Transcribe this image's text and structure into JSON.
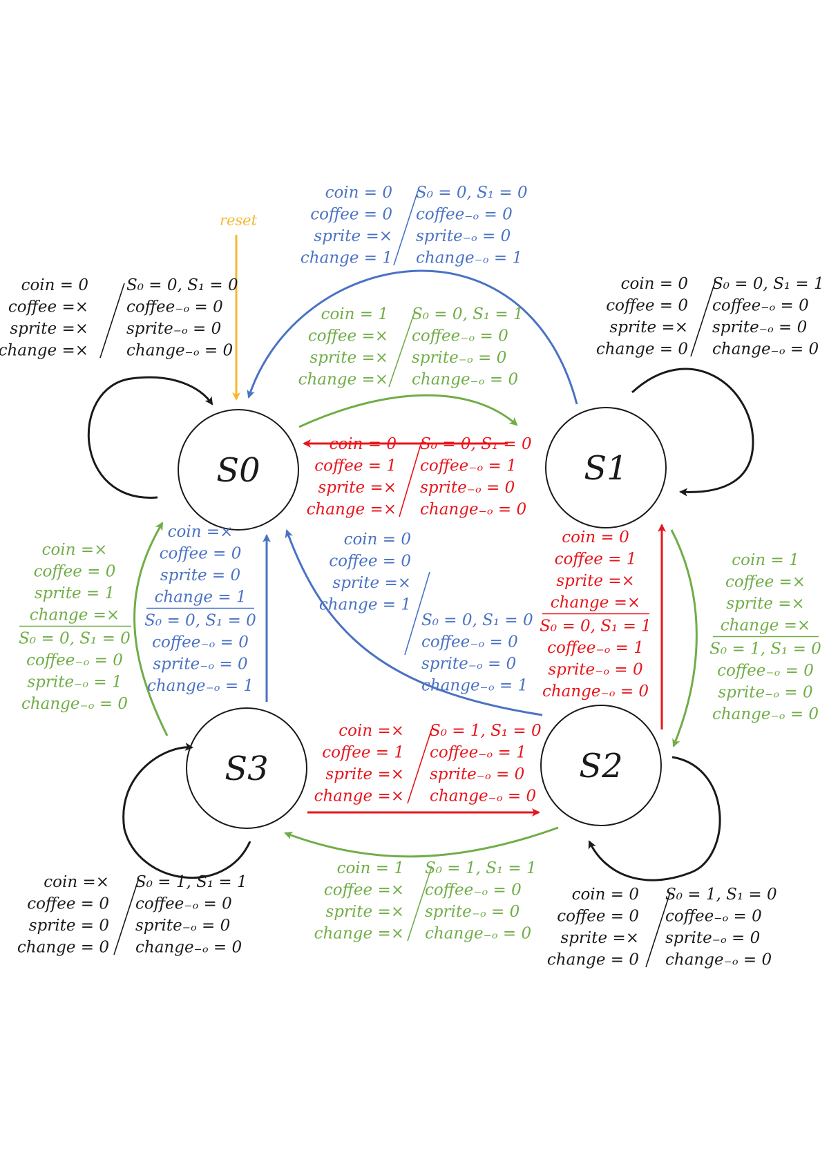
{
  "colors": {
    "black": "#1a1a1a",
    "blue": "#4a72c4",
    "green": "#70ad47",
    "red": "#e8141b",
    "orange": "#f5b82e"
  },
  "states": [
    {
      "id": "s0",
      "label": "S0"
    },
    {
      "id": "s1",
      "label": "S1"
    },
    {
      "id": "s2",
      "label": "S2"
    },
    {
      "id": "s3",
      "label": "S3"
    }
  ],
  "reset": {
    "label": "reset"
  },
  "transitions": [
    {
      "id": "s0-self",
      "color": "black",
      "inputs": [
        "coin = 0",
        "coffee =×",
        "sprite =×",
        "change =×"
      ],
      "outputs": [
        "S₀ = 0, S₁ = 0",
        "coffee₋ₒ = 0",
        "sprite₋ₒ = 0",
        "change₋ₒ = 0"
      ]
    },
    {
      "id": "s1-to-s0-blue",
      "color": "blue",
      "inputs": [
        "coin = 0",
        "coffee = 0",
        "sprite =×",
        "change = 1"
      ],
      "outputs": [
        "S₀ = 0, S₁ = 0",
        "coffee₋ₒ = 0",
        "sprite₋ₒ = 0",
        "change₋ₒ = 1"
      ]
    },
    {
      "id": "s0-to-s1-green",
      "color": "green",
      "inputs": [
        "coin = 1",
        "coffee =×",
        "sprite =×",
        "change =×"
      ],
      "outputs": [
        "S₀ = 0, S₁ = 1",
        "coffee₋ₒ = 0",
        "sprite₋ₒ = 0",
        "change₋ₒ = 0"
      ]
    },
    {
      "id": "s1-self",
      "color": "black",
      "inputs": [
        "coin = 0",
        "coffee = 0",
        "sprite =×",
        "change = 0"
      ],
      "outputs": [
        "S₀ = 0, S₁ = 1",
        "coffee₋ₒ = 0",
        "sprite₋ₒ = 0",
        "change₋ₒ = 0"
      ]
    },
    {
      "id": "s1-to-s0-red",
      "color": "red",
      "inputs": [
        "coin = 0",
        "coffee = 1",
        "sprite =×",
        "change =×"
      ],
      "outputs": [
        "S₀ = 0, S₁ = 0",
        "coffee₋ₒ = 1",
        "sprite₋ₒ = 0",
        "change₋ₒ = 0"
      ]
    },
    {
      "id": "s3-to-s0-green",
      "color": "green",
      "inputs": [
        "coin =×",
        "coffee = 0",
        "sprite = 1",
        "change =×"
      ],
      "outputs": [
        "S₀ = 0, S₁ = 0",
        "coffee₋ₒ = 0",
        "sprite₋ₒ = 1",
        "change₋ₒ = 0"
      ]
    },
    {
      "id": "s3-to-s0-blue",
      "color": "blue",
      "inputs": [
        "coin =×",
        "coffee = 0",
        "sprite = 0",
        "change = 1"
      ],
      "outputs": [
        "S₀ = 0, S₁ = 0",
        "coffee₋ₒ = 0",
        "sprite₋ₒ = 0",
        "change₋ₒ = 1"
      ]
    },
    {
      "id": "s2-to-s0-blue",
      "color": "blue",
      "inputs": [
        "coin = 0",
        "coffee = 0",
        "sprite =×",
        "change = 1"
      ],
      "outputs": [
        "S₀ = 0, S₁ = 0",
        "coffee₋ₒ = 0",
        "sprite₋ₒ = 0",
        "change₋ₒ = 1"
      ]
    },
    {
      "id": "s2-to-s1-red",
      "color": "red",
      "inputs": [
        "coin = 0",
        "coffee = 1",
        "sprite =×",
        "change =×"
      ],
      "outputs": [
        "S₀ = 0, S₁ = 1",
        "coffee₋ₒ = 1",
        "sprite₋ₒ = 0",
        "change₋ₒ = 0"
      ]
    },
    {
      "id": "s1-to-s2-green",
      "color": "green",
      "inputs": [
        "coin = 1",
        "coffee =×",
        "sprite =×",
        "change =×"
      ],
      "outputs": [
        "S₀ = 1, S₁ = 0",
        "coffee₋ₒ = 0",
        "sprite₋ₒ = 0",
        "change₋ₒ = 0"
      ]
    },
    {
      "id": "s3-to-s2-red",
      "color": "red",
      "inputs": [
        "coin =×",
        "coffee = 1",
        "sprite =×",
        "change =×"
      ],
      "outputs": [
        "S₀ = 1, S₁ = 0",
        "coffee₋ₒ = 1",
        "sprite₋ₒ = 0",
        "change₋ₒ = 0"
      ]
    },
    {
      "id": "s2-to-s3-green",
      "color": "green",
      "inputs": [
        "coin = 1",
        "coffee =×",
        "sprite =×",
        "change =×"
      ],
      "outputs": [
        "S₀ = 1, S₁ = 1",
        "coffee₋ₒ = 0",
        "sprite₋ₒ = 0",
        "change₋ₒ = 0"
      ]
    },
    {
      "id": "s3-self",
      "color": "black",
      "inputs": [
        "coin =×",
        "coffee = 0",
        "sprite = 0",
        "change = 0"
      ],
      "outputs": [
        "S₀ = 1, S₁ = 1",
        "coffee₋ₒ = 0",
        "sprite₋ₒ = 0",
        "change₋ₒ = 0"
      ]
    },
    {
      "id": "s2-self",
      "color": "black",
      "inputs": [
        "coin = 0",
        "coffee = 0",
        "sprite =×",
        "change = 0"
      ],
      "outputs": [
        "S₀ = 1, S₁ = 0",
        "coffee₋ₒ = 0",
        "sprite₋ₒ = 0",
        "change₋ₒ = 0"
      ]
    }
  ]
}
